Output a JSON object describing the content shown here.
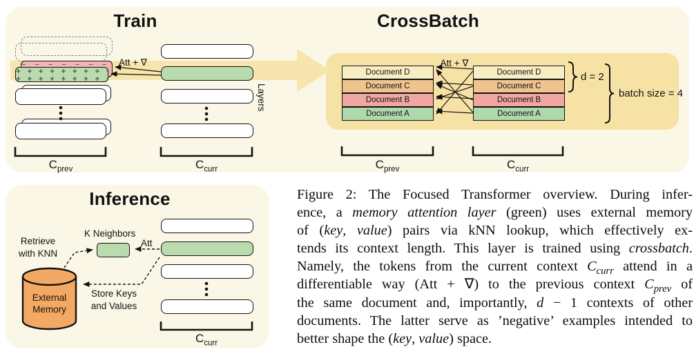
{
  "colors": {
    "panel_bg": "#FBF7E6",
    "arrow_yellow": "#F8E5AE",
    "inner_bg": "#F7E2A6",
    "green": "#B9DBAE",
    "pink": "#F2B5B5",
    "orange": "#F3A963",
    "line": "#111111"
  },
  "train": {
    "title": "Train",
    "att_label": "Att + ∇",
    "layers_label": "Layers",
    "minus_row": "− − − − − − − − −",
    "plus_row1": "+ + + + + + + + + +",
    "plus_row2": "+ + + + + + + + + +",
    "c_prev": {
      "base": "C",
      "sub": "prev"
    },
    "c_curr": {
      "base": "C",
      "sub": "curr"
    }
  },
  "crossbatch": {
    "title": "CrossBatch",
    "att_label": "Att + ∇",
    "documents": [
      "Document D",
      "Document C",
      "Document B",
      "Document A"
    ],
    "doc_colors": [
      "#F8EEC3",
      "#EFC48F",
      "#F0A7A1",
      "#AFD8AB"
    ],
    "d_label": "d = 2",
    "batch_label": "batch size = 4",
    "c_prev": {
      "base": "C",
      "sub": "prev"
    },
    "c_curr": {
      "base": "C",
      "sub": "curr"
    }
  },
  "inference": {
    "title": "Inference",
    "retrieve_line1": "Retrieve",
    "retrieve_line2": "with KNN",
    "k_neighbors_label": "K Neighbors",
    "att_label": "Att",
    "store_line1": "Store Keys",
    "store_line2": "and Values",
    "memory_line1": "External",
    "memory_line2": "Memory",
    "c_curr": {
      "base": "C",
      "sub": "curr"
    }
  },
  "caption": {
    "lines": [
      [
        {
          "t": "Figure 2: The Focused Transformer overview. During infer-"
        }
      ],
      [
        {
          "t": "ence, a "
        },
        {
          "t": "memory attention layer",
          "i": true
        },
        {
          "t": " (green) uses external memory"
        }
      ],
      [
        {
          "t": "of ("
        },
        {
          "t": "key",
          "i": true
        },
        {
          "t": ", "
        },
        {
          "t": "value",
          "i": true
        },
        {
          "t": ") pairs via kNN lookup, which effectively ex-"
        }
      ],
      [
        {
          "t": "tends its context length. This layer is trained using "
        },
        {
          "t": "crossbatch",
          "i": true
        },
        {
          "t": "."
        }
      ],
      [
        {
          "t": "Namely, the tokens from the current context "
        },
        {
          "t": "C",
          "i": true
        },
        {
          "t": "curr",
          "i": true,
          "s": true
        },
        {
          "t": " attend in a"
        }
      ],
      [
        {
          "t": "differentiable way (Att + ∇) to the previous context "
        },
        {
          "t": "C",
          "i": true
        },
        {
          "t": "prev",
          "i": true,
          "s": true
        },
        {
          "t": " of"
        }
      ],
      [
        {
          "t": "the same document and, importantly, "
        },
        {
          "t": "d",
          "i": true
        },
        {
          "t": " − 1 contexts of other"
        }
      ],
      [
        {
          "t": "documents. The latter serve as ’negative’ examples intended to"
        }
      ],
      [
        {
          "t": "better shape the ("
        },
        {
          "t": "key",
          "i": true
        },
        {
          "t": ", "
        },
        {
          "t": "value",
          "i": true
        },
        {
          "t": ") space."
        }
      ]
    ]
  }
}
